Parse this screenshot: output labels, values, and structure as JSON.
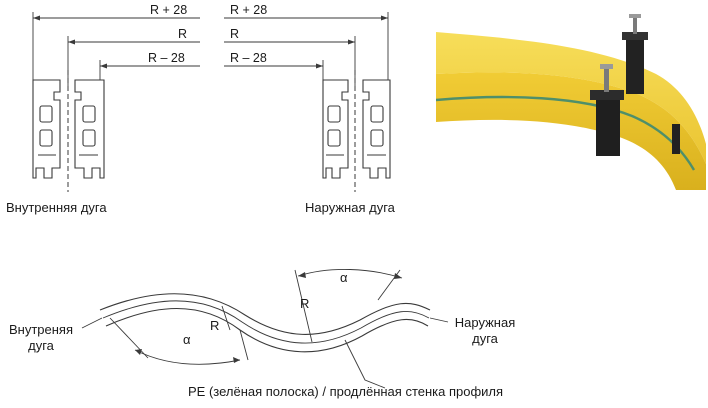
{
  "top_left": {
    "dims": {
      "r_plus": "R + 28",
      "r": "R",
      "r_minus": "R – 28"
    },
    "caption": "Внутренняя дуга"
  },
  "top_right": {
    "dims": {
      "r_plus": "R + 28",
      "r": "R",
      "r_minus": "R – 28"
    },
    "caption": "Наружная дуга"
  },
  "bottom": {
    "left_label_line1": "Внутреняя",
    "left_label_line2": "дуга",
    "right_label_line1": "Наружная",
    "right_label_line2": "дуга",
    "alpha_left": "α",
    "alpha_right": "α",
    "radius_left": "R",
    "radius_right": "R",
    "note": "PE (зелёная полоска) / продлённая стенка профиля"
  },
  "colors": {
    "line": "#3a3a3a",
    "rail_yellow": "#f2d13a",
    "rail_yellow_dark": "#d9b51f",
    "stripe_green": "#4f8f6a",
    "clamp": "#222222"
  }
}
